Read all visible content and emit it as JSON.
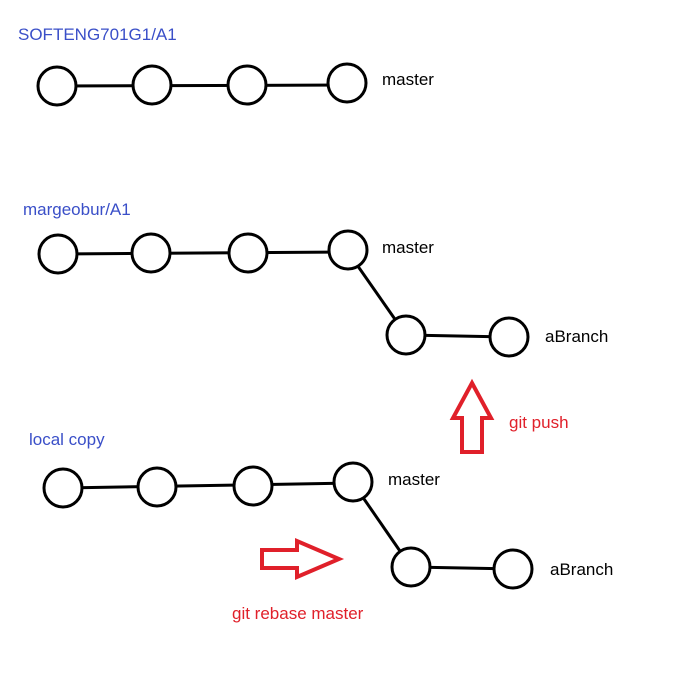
{
  "colors": {
    "repo_title": "#3a4fc8",
    "branch_label": "#000000",
    "command": "#e0202a",
    "arrow": "#e0202a",
    "commit_stroke": "#000000"
  },
  "repos": [
    {
      "title": "SOFTENG701G1/A1",
      "main_branch": "master",
      "main_commits": 4
    },
    {
      "title": "margeobur/A1",
      "main_branch": "master",
      "main_commits": 4,
      "side_branch": "aBranch",
      "side_commits": 2
    },
    {
      "title": "local copy",
      "main_branch": "master",
      "main_commits": 4,
      "side_branch": "aBranch",
      "side_commits": 2
    }
  ],
  "commands": {
    "push": "git push",
    "rebase": "git rebase master"
  },
  "icons": {
    "push_arrow": "up-arrow-icon",
    "rebase_arrow": "right-arrow-icon"
  }
}
